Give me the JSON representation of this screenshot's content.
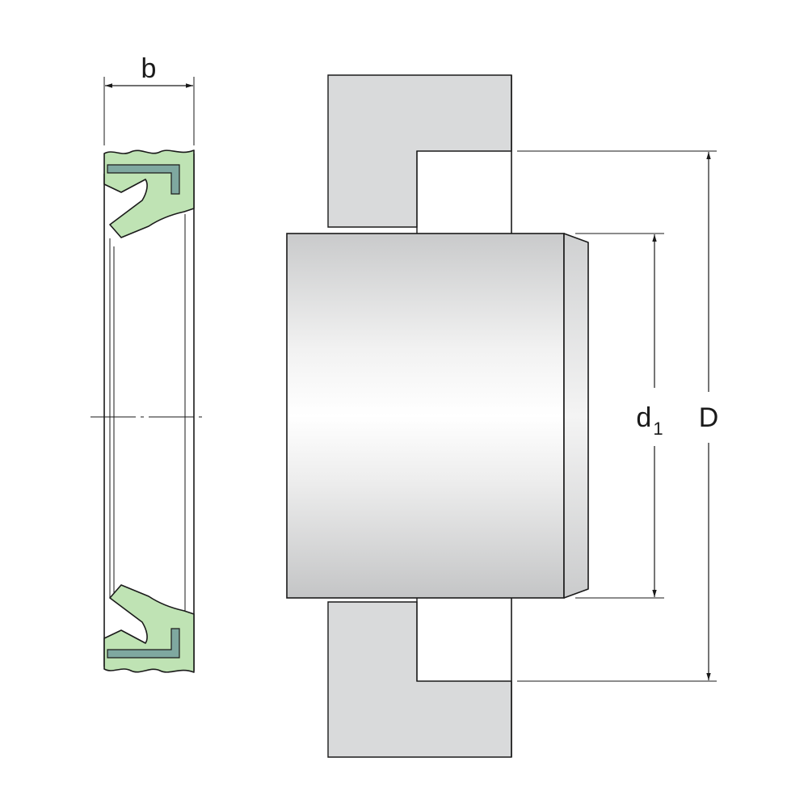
{
  "labels": {
    "b": "b",
    "d_main": "d",
    "d_sub": "1",
    "D": "D"
  },
  "colors": {
    "background": "#ffffff",
    "stroke": "#1a1a1a",
    "housing_fill": "#d9dadb",
    "seal_fill": "#bfe3b4",
    "insert_fill": "#7fa8a0",
    "shaft_light": "#f7f7f7",
    "shaft_dark": "#c6c7c8"
  }
}
